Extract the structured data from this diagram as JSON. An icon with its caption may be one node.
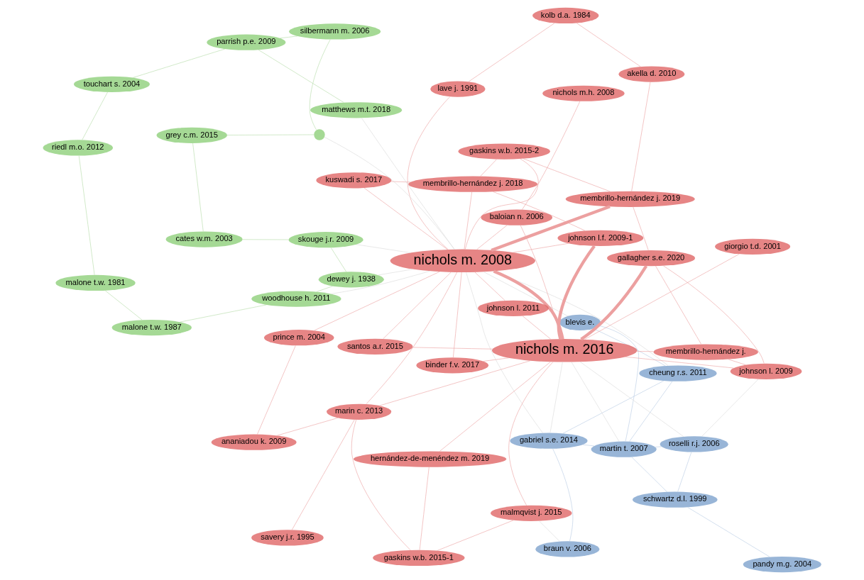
{
  "diagram": {
    "nodes": [
      {
        "text": [
          "pandy m.g. 2004"
        ]
      },
      {
        "text": [
          "schwartz d.l. 1999"
        ]
      },
      {
        "text": [
          "blevis e."
        ]
      },
      {
        "text": [
          "roselli r.j. 2006"
        ]
      },
      {
        "text": [
          "cheung r.s. 2011"
        ]
      },
      {
        "text": [
          "martin t. 2007"
        ]
      },
      {
        "text": [
          "braun v. 2006"
        ]
      },
      {
        "text": [
          "gabriel s.e. 2014"
        ]
      },
      {
        "text": [
          "membrillo-hernández j."
        ]
      },
      {
        "text": [
          "akella d. 2010"
        ]
      },
      {
        "text": [
          "johnson l. 2009"
        ]
      },
      {
        "text": [
          "gallagher s.e. 2020"
        ]
      },
      {
        "text": [
          "kolb d.a. 1984"
        ]
      },
      {
        "text": [
          "membrillo-hernández j. 2019"
        ]
      },
      {
        "text": [
          "gaskins w.b. 2015-2"
        ]
      },
      {
        "text": [
          "hernández-de-menéndez m. 2019"
        ]
      },
      {
        "text": [
          "lave j. 1991"
        ]
      },
      {
        "text": [
          "johnson l.f. 2009-1"
        ]
      },
      {
        "text": [
          "gaskins w.b. 2015-1"
        ]
      },
      {
        "text": [
          "membrillo-hernández j. 2018"
        ]
      },
      {
        "text": [
          "giorgio t.d. 2001"
        ]
      },
      {
        "text": [
          "nichols m. 2016"
        ]
      },
      {
        "text": [
          "nichols m.h. 2008"
        ]
      },
      {
        "text": [
          "kuswadi s. 2017"
        ]
      },
      {
        "text": [
          "baloian n. 2006"
        ]
      },
      {
        "text": [
          "johnson l. 2011"
        ]
      },
      {
        "text": [
          "santos a.r. 2015"
        ]
      },
      {
        "text": [
          "malmqvist j. 2015"
        ]
      },
      {
        "text": [
          "nichols m. 2008"
        ]
      },
      {
        "text": [
          "marin c. 2013"
        ]
      },
      {
        "text": [
          "binder f.v. 2017"
        ]
      },
      {
        "text": [
          "savery j.r. 1995"
        ]
      },
      {
        "text": [
          "ananiadou k. 2009"
        ]
      },
      {
        "text": [
          "prince m. 2004"
        ]
      },
      {
        "text": [],
        "shape": "circle"
      },
      {
        "text": [
          "silbermann m. 2006"
        ]
      },
      {
        "text": [
          "matthews m.t. 2018"
        ]
      },
      {
        "text": [
          "grey c.m. 2015"
        ]
      },
      {
        "text": [
          "parrish p.e. 2009"
        ]
      },
      {
        "text": [
          "cates w.m. 2003"
        ]
      },
      {
        "text": [
          "skouge j.r. 2009"
        ]
      },
      {
        "text": [
          "touchart s. 2004"
        ]
      },
      {
        "text": [
          "dewey j. 1938"
        ]
      },
      {
        "text": [
          "woodhouse h. 2011"
        ]
      },
      {
        "text": [
          "riedl m.o. 2012"
        ]
      },
      {
        "text": [
          "malone t.w. 1981"
        ]
      },
      {
        "text": [
          "malone t.w. 1987"
        ]
      }
    ],
    "edges": [
      {
        "from": 0,
        "to": 1,
        "arrow": "none",
        "color": "#b7cbe4"
      },
      {
        "from": 1,
        "to": 3,
        "arrow": "none",
        "color": "#b7cbe4"
      },
      {
        "from": 1,
        "to": 5,
        "arrow": "none",
        "color": "#b7cbe4"
      },
      {
        "from": 2,
        "to": 5,
        "arrow": "none",
        "color": "#b7cbe4"
      },
      {
        "from": 2,
        "to": 4,
        "arrow": "none",
        "color": "#b7cbe4"
      },
      {
        "from": 4,
        "to": 5,
        "arrow": "none",
        "color": "#b7cbe4"
      },
      {
        "from": 3,
        "to": 5,
        "arrow": "none",
        "color": "#b7cbe4"
      },
      {
        "from": 5,
        "to": 7,
        "arrow": "none",
        "color": "#b7cbe4"
      },
      {
        "from": 6,
        "to": 7,
        "arrow": "none",
        "color": "#b7cbe4"
      },
      {
        "from": 4,
        "to": 7,
        "arrow": "none",
        "color": "#b7cbe4"
      },
      {
        "from": 7,
        "to": 21,
        "arrow": "none",
        "color": "#d9d9d9"
      },
      {
        "from": 7,
        "to": 28,
        "arrow": "none",
        "color": "#d9d9d9"
      },
      {
        "from": 5,
        "to": 21,
        "arrow": "none",
        "color": "#d9d9d9"
      },
      {
        "from": 4,
        "to": 28,
        "arrow": "none",
        "color": "#d9d9d9"
      },
      {
        "from": 3,
        "to": 10,
        "arrow": "none",
        "color": "#d9d9d9"
      },
      {
        "from": 3,
        "to": 21,
        "arrow": "none",
        "color": "#d9d9d9"
      },
      {
        "from": 2,
        "to": 28,
        "arrow": "none",
        "color": "#d9d9d9"
      },
      {
        "from": 6,
        "to": 27,
        "arrow": "none",
        "color": "#d9d9d9"
      },
      {
        "from": 21,
        "to": 28,
        "arrow": "none",
        "style": "thick"
      },
      {
        "from": 21,
        "to": 17,
        "arrow": "none",
        "style": "thick"
      },
      {
        "from": 21,
        "to": 11,
        "arrow": "none",
        "style": "thick"
      },
      {
        "from": 28,
        "to": 13,
        "arrow": "none",
        "style": "thick"
      },
      {
        "from": 28,
        "to": 17,
        "arrow": "none"
      },
      {
        "from": 9,
        "to": 13,
        "arrow": "none"
      },
      {
        "from": 9,
        "to": 12,
        "arrow": "none"
      },
      {
        "from": 12,
        "to": 16,
        "arrow": "none"
      },
      {
        "from": 16,
        "to": 28,
        "arrow": "none"
      },
      {
        "from": 8,
        "to": 10,
        "arrow": "none"
      },
      {
        "from": 8,
        "to": 11,
        "arrow": "none"
      },
      {
        "from": 8,
        "to": 21,
        "arrow": "none"
      },
      {
        "from": 10,
        "to": 11,
        "arrow": "none"
      },
      {
        "from": 10,
        "to": 21,
        "arrow": "none"
      },
      {
        "from": 11,
        "to": 13,
        "arrow": "none"
      },
      {
        "from": 13,
        "to": 14,
        "arrow": "none"
      },
      {
        "from": 14,
        "to": 19,
        "arrow": "none"
      },
      {
        "from": 14,
        "to": 28,
        "arrow": "none"
      },
      {
        "from": 19,
        "to": 23,
        "arrow": "none"
      },
      {
        "from": 19,
        "to": 28,
        "arrow": "none"
      },
      {
        "from": 17,
        "to": 19,
        "arrow": "none"
      },
      {
        "from": 15,
        "to": 21,
        "arrow": "none"
      },
      {
        "from": 15,
        "to": 18,
        "arrow": "none"
      },
      {
        "from": 18,
        "to": 27,
        "arrow": "none"
      },
      {
        "from": 18,
        "to": 29,
        "arrow": "none"
      },
      {
        "from": 20,
        "to": 21,
        "arrow": "none"
      },
      {
        "from": 22,
        "to": 24,
        "arrow": "none"
      },
      {
        "from": 24,
        "to": 21,
        "arrow": "none"
      },
      {
        "from": 24,
        "to": 28,
        "arrow": "none"
      },
      {
        "from": 25,
        "to": 21,
        "arrow": "none"
      },
      {
        "from": 25,
        "to": 28,
        "arrow": "none"
      },
      {
        "from": 26,
        "to": 21,
        "arrow": "none"
      },
      {
        "from": 26,
        "to": 28,
        "arrow": "none"
      },
      {
        "from": 23,
        "to": 28,
        "arrow": "none"
      },
      {
        "from": 27,
        "to": 21,
        "arrow": "none"
      },
      {
        "from": 29,
        "to": 21,
        "arrow": "none"
      },
      {
        "from": 29,
        "to": 28,
        "arrow": "none"
      },
      {
        "from": 30,
        "to": 21,
        "arrow": "none"
      },
      {
        "from": 30,
        "to": 28,
        "arrow": "none"
      },
      {
        "from": 31,
        "to": 29,
        "arrow": "none"
      },
      {
        "from": 32,
        "to": 29,
        "arrow": "none"
      },
      {
        "from": 32,
        "to": 33,
        "arrow": "none"
      },
      {
        "from": 33,
        "to": 28,
        "arrow": "none"
      },
      {
        "from": 28,
        "to": 34,
        "arrow": "none",
        "color": "#d9d9d9"
      },
      {
        "from": 28,
        "to": 36,
        "arrow": "none",
        "color": "#d9d9d9"
      },
      {
        "from": 28,
        "to": 40,
        "arrow": "none",
        "color": "#d9d9d9"
      },
      {
        "from": 28,
        "to": 42,
        "arrow": "none",
        "color": "#d9d9d9"
      },
      {
        "from": 28,
        "to": 43,
        "arrow": "none",
        "color": "#d9d9d9"
      },
      {
        "from": 34,
        "to": 35,
        "arrow": "none",
        "color": "#b5dca8"
      },
      {
        "from": 34,
        "to": 37,
        "arrow": "none",
        "color": "#b5dca8"
      },
      {
        "from": 35,
        "to": 38,
        "arrow": "none",
        "color": "#b5dca8"
      },
      {
        "from": 36,
        "to": 38,
        "arrow": "none",
        "color": "#b5dca8"
      },
      {
        "from": 37,
        "to": 39,
        "arrow": "none",
        "color": "#b5dca8"
      },
      {
        "from": 38,
        "to": 41,
        "arrow": "none",
        "color": "#b5dca8"
      },
      {
        "from": 39,
        "to": 40,
        "arrow": "none",
        "color": "#b5dca8"
      },
      {
        "from": 40,
        "to": 42,
        "arrow": "none",
        "color": "#b5dca8"
      },
      {
        "from": 41,
        "to": 44,
        "arrow": "none",
        "color": "#b5dca8"
      },
      {
        "from": 42,
        "to": 43,
        "arrow": "none",
        "color": "#b5dca8"
      },
      {
        "from": 43,
        "to": 46,
        "arrow": "none",
        "color": "#b5dca8"
      },
      {
        "from": 44,
        "to": 45,
        "arrow": "none",
        "color": "#b5dca8"
      },
      {
        "from": 45,
        "to": 46,
        "arrow": "none",
        "color": "#b5dca8"
      }
    ]
  }
}
